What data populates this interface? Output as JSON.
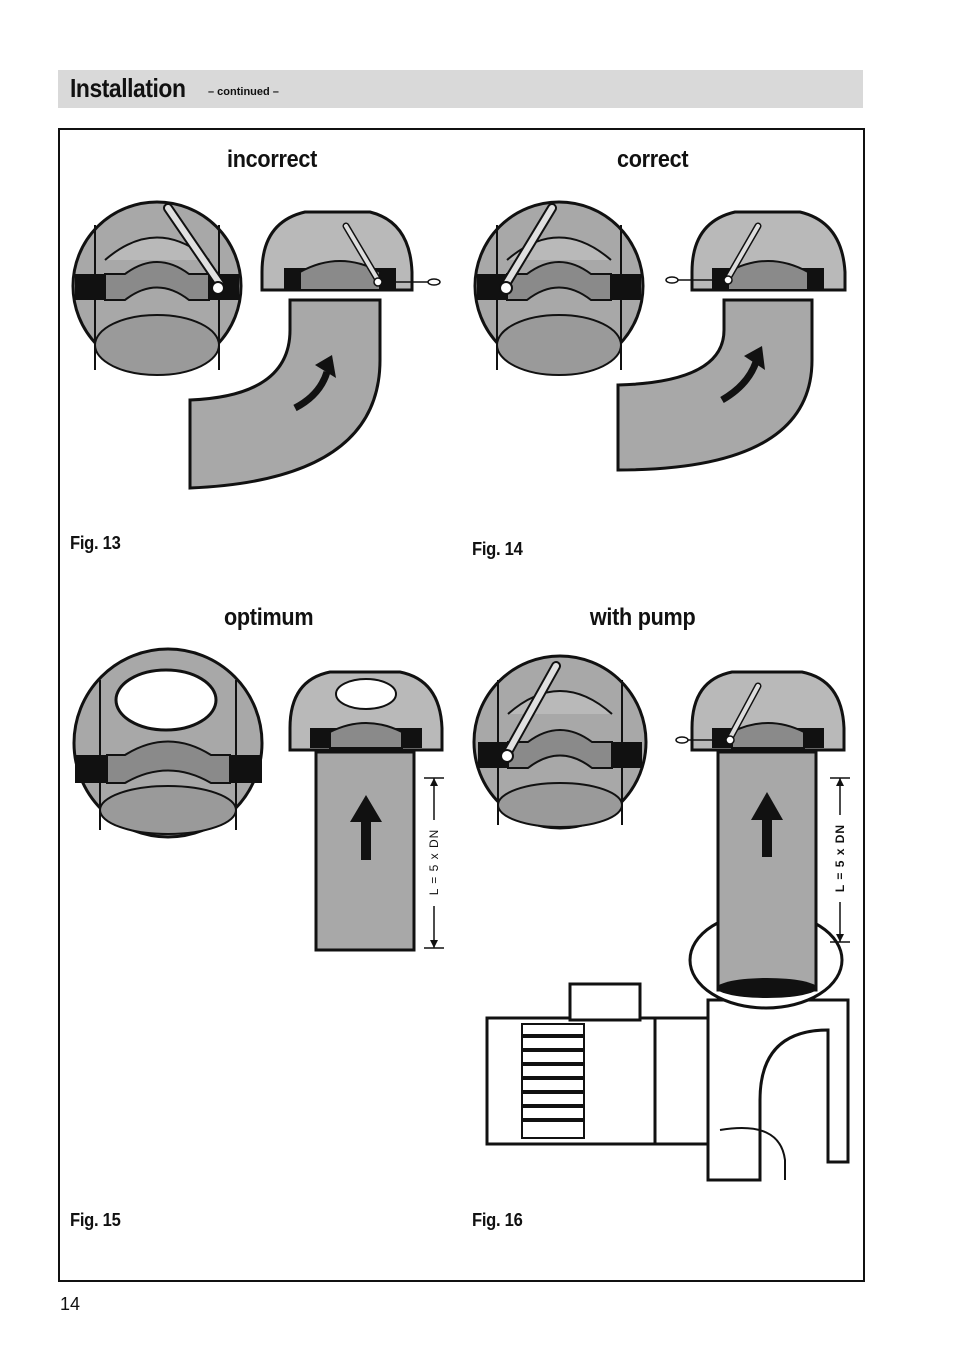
{
  "header": {
    "title": "Installation",
    "subtitle": "– continued –"
  },
  "panels": [
    {
      "heading": "incorrect",
      "figure": "Fig. 13"
    },
    {
      "heading": "correct",
      "figure": "Fig. 14"
    },
    {
      "heading": "optimum",
      "figure": "Fig. 15",
      "dimension_label": "L = 5 x DN"
    },
    {
      "heading": "with pump",
      "figure": "Fig. 16",
      "dimension_label": "L = 5 x DN"
    }
  ],
  "page_number": "14",
  "colors": {
    "pipe_fill": "#a8a8a8",
    "seal": "#111111",
    "header_band": "#d9d9d9"
  }
}
